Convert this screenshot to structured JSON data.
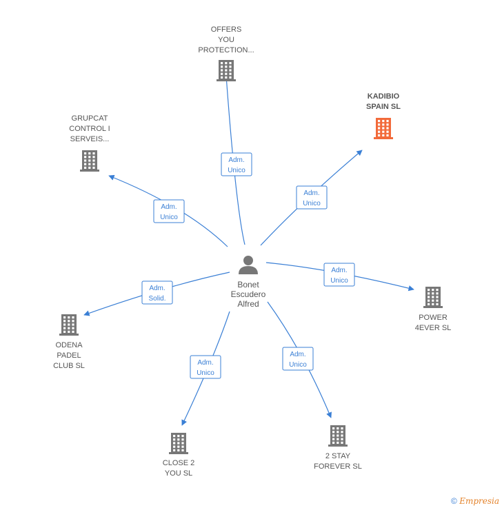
{
  "center": {
    "label": [
      "Bonet",
      "Escudero",
      "Alfred"
    ],
    "icon": "person-icon"
  },
  "companies": [
    {
      "id": "offers",
      "label": [
        "OFFERS",
        "YOU",
        "PROTECTION..."
      ],
      "highlight": false
    },
    {
      "id": "kadibio",
      "label": [
        "KADIBIO",
        "SPAIN  SL"
      ],
      "highlight": true
    },
    {
      "id": "grupcat",
      "label": [
        "GRUPCAT",
        "CONTROL I",
        "SERVEIS..."
      ],
      "highlight": false
    },
    {
      "id": "power",
      "label": [
        "POWER",
        "4EVER  SL"
      ],
      "highlight": false
    },
    {
      "id": "odena",
      "label": [
        "ODENA",
        "PADEL",
        "CLUB  SL"
      ],
      "highlight": false
    },
    {
      "id": "close2",
      "label": [
        "CLOSE 2",
        "YOU  SL"
      ],
      "highlight": false
    },
    {
      "id": "2stay",
      "label": [
        "2 STAY",
        "FOREVER  SL"
      ],
      "highlight": false
    }
  ],
  "edges": [
    {
      "to": "offers",
      "role": [
        "Adm.",
        "Unico"
      ]
    },
    {
      "to": "kadibio",
      "role": [
        "Adm.",
        "Unico"
      ]
    },
    {
      "to": "grupcat",
      "role": [
        "Adm.",
        "Unico"
      ]
    },
    {
      "to": "power",
      "role": [
        "Adm.",
        "Unico"
      ]
    },
    {
      "to": "odena",
      "role": [
        "Adm.",
        "Solid."
      ]
    },
    {
      "to": "close2",
      "role": [
        "Adm.",
        "Unico"
      ]
    },
    {
      "to": "2stay",
      "role": [
        "Adm.",
        "Unico"
      ]
    }
  ],
  "colors": {
    "edge": "#3a7fd5",
    "building": "#777777",
    "building_highlight": "#f26a3a",
    "text": "#555555"
  },
  "footer": {
    "copyright": "©",
    "brand": "Empresia"
  }
}
